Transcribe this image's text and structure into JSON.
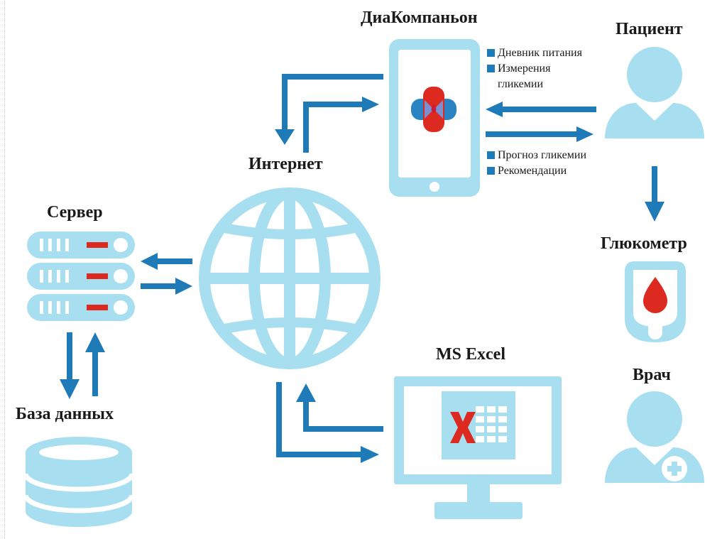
{
  "labels": {
    "app": "ДиаКомпаньон",
    "patient": "Пациент",
    "internet": "Интернет",
    "server": "Сервер",
    "glucometer": "Глюкометр",
    "database": "База данных",
    "excel": "MS Excel",
    "doctor": "Врач"
  },
  "app_inputs": [
    {
      "line1": "Дневник питания",
      "line2": ""
    },
    {
      "line1": "Измерения",
      "line2": "гликемии"
    }
  ],
  "app_outputs": [
    "Прогноз гликемии",
    "Рекомендации"
  ],
  "colors": {
    "icon_fill": "#a8dff0",
    "arrow": "#1f7ab8",
    "accent_red": "#dd2a21",
    "accent_blue": "#2a84c4"
  },
  "icons": [
    "globe-icon",
    "server-icon",
    "database-icon",
    "smartphone-icon",
    "computer-monitor-icon",
    "excel-icon",
    "patient-icon",
    "glucometer-icon",
    "doctor-icon",
    "blood-drop-icon"
  ]
}
